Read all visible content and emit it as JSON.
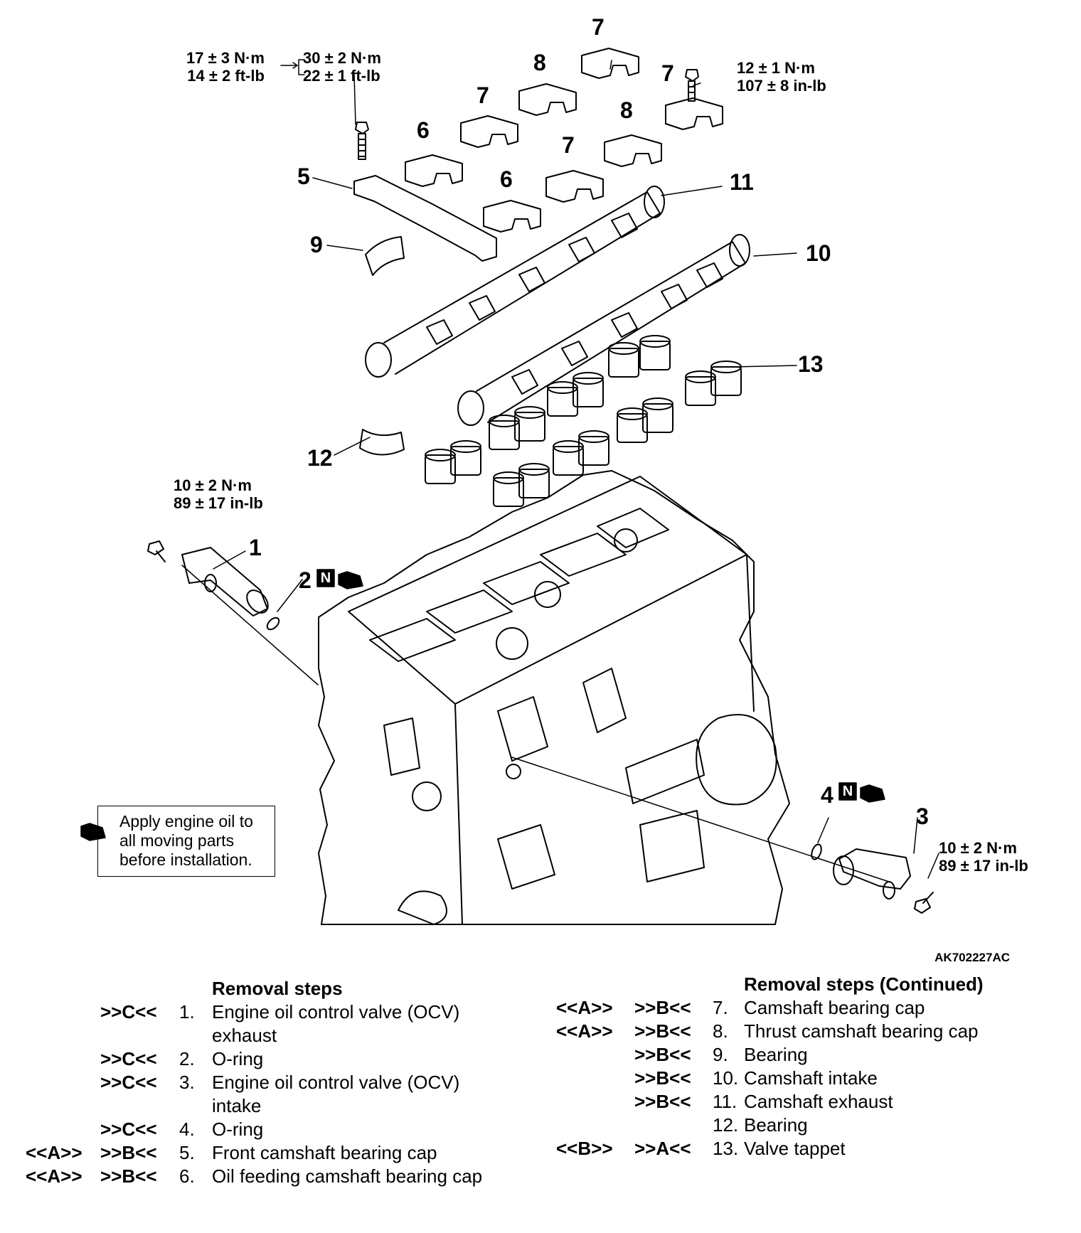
{
  "figure_code": "AK702227AC",
  "note": {
    "lines": [
      "Apply engine oil to",
      "all moving parts",
      "before installation."
    ]
  },
  "torques": {
    "bolt_initial": [
      "17 ± 3 N·m",
      "14 ± 2 ft-lb"
    ],
    "bolt_final": [
      "30 ± 2 N·m",
      "22 ± 1 ft-lb"
    ],
    "cap_bolt": [
      "12 ± 1 N·m",
      "107 ± 8 in-lb"
    ],
    "ocv_exhaust": [
      "10 ± 2 N·m",
      "89 ± 17 in-lb"
    ],
    "ocv_intake": [
      "10 ± 2 N·m",
      "89 ± 17 in-lb"
    ]
  },
  "callouts": {
    "c1": "1",
    "c2": "2",
    "c3": "3",
    "c4": "4",
    "c5": "5",
    "c6a": "6",
    "c6b": "6",
    "c7a": "7",
    "c7b": "7",
    "c7c": "7",
    "c7d": "7",
    "c8a": "8",
    "c8b": "8",
    "c9": "9",
    "c10": "10",
    "c11": "11",
    "c12": "12",
    "c13": "13"
  },
  "removal_steps": {
    "title": "Removal steps",
    "rows": [
      {
        "m1": "",
        "m2": ">>C<<",
        "num": "1.",
        "text": "Engine oil control valve (OCV)"
      },
      {
        "m1": "",
        "m2": "",
        "num": "",
        "text": "exhaust"
      },
      {
        "m1": "",
        "m2": ">>C<<",
        "num": "2.",
        "text": "O-ring"
      },
      {
        "m1": "",
        "m2": ">>C<<",
        "num": "3.",
        "text": "Engine oil control valve (OCV)"
      },
      {
        "m1": "",
        "m2": "",
        "num": "",
        "text": "intake"
      },
      {
        "m1": "",
        "m2": ">>C<<",
        "num": "4.",
        "text": "O-ring"
      },
      {
        "m1": "<<A>>",
        "m2": ">>B<<",
        "num": "5.",
        "text": "Front camshaft bearing cap"
      },
      {
        "m1": "<<A>>",
        "m2": ">>B<<",
        "num": "6.",
        "text": "Oil feeding camshaft bearing cap"
      }
    ]
  },
  "removal_steps_continued": {
    "title": "Removal steps (Continued)",
    "rows": [
      {
        "m1": "<<A>>",
        "m2": ">>B<<",
        "num": "7.",
        "text": "Camshaft bearing cap"
      },
      {
        "m1": "<<A>>",
        "m2": ">>B<<",
        "num": "8.",
        "text": "Thrust camshaft bearing cap"
      },
      {
        "m1": "",
        "m2": ">>B<<",
        "num": "9.",
        "text": "Bearing"
      },
      {
        "m1": "",
        "m2": ">>B<<",
        "num": "10.",
        "text": "Camshaft intake"
      },
      {
        "m1": "",
        "m2": ">>B<<",
        "num": "11.",
        "text": "Camshaft exhaust"
      },
      {
        "m1": "",
        "m2": "",
        "num": "12.",
        "text": "Bearing"
      },
      {
        "m1": "<<B>>",
        "m2": ">>A<<",
        "num": "13.",
        "text": "Valve tappet"
      }
    ]
  }
}
